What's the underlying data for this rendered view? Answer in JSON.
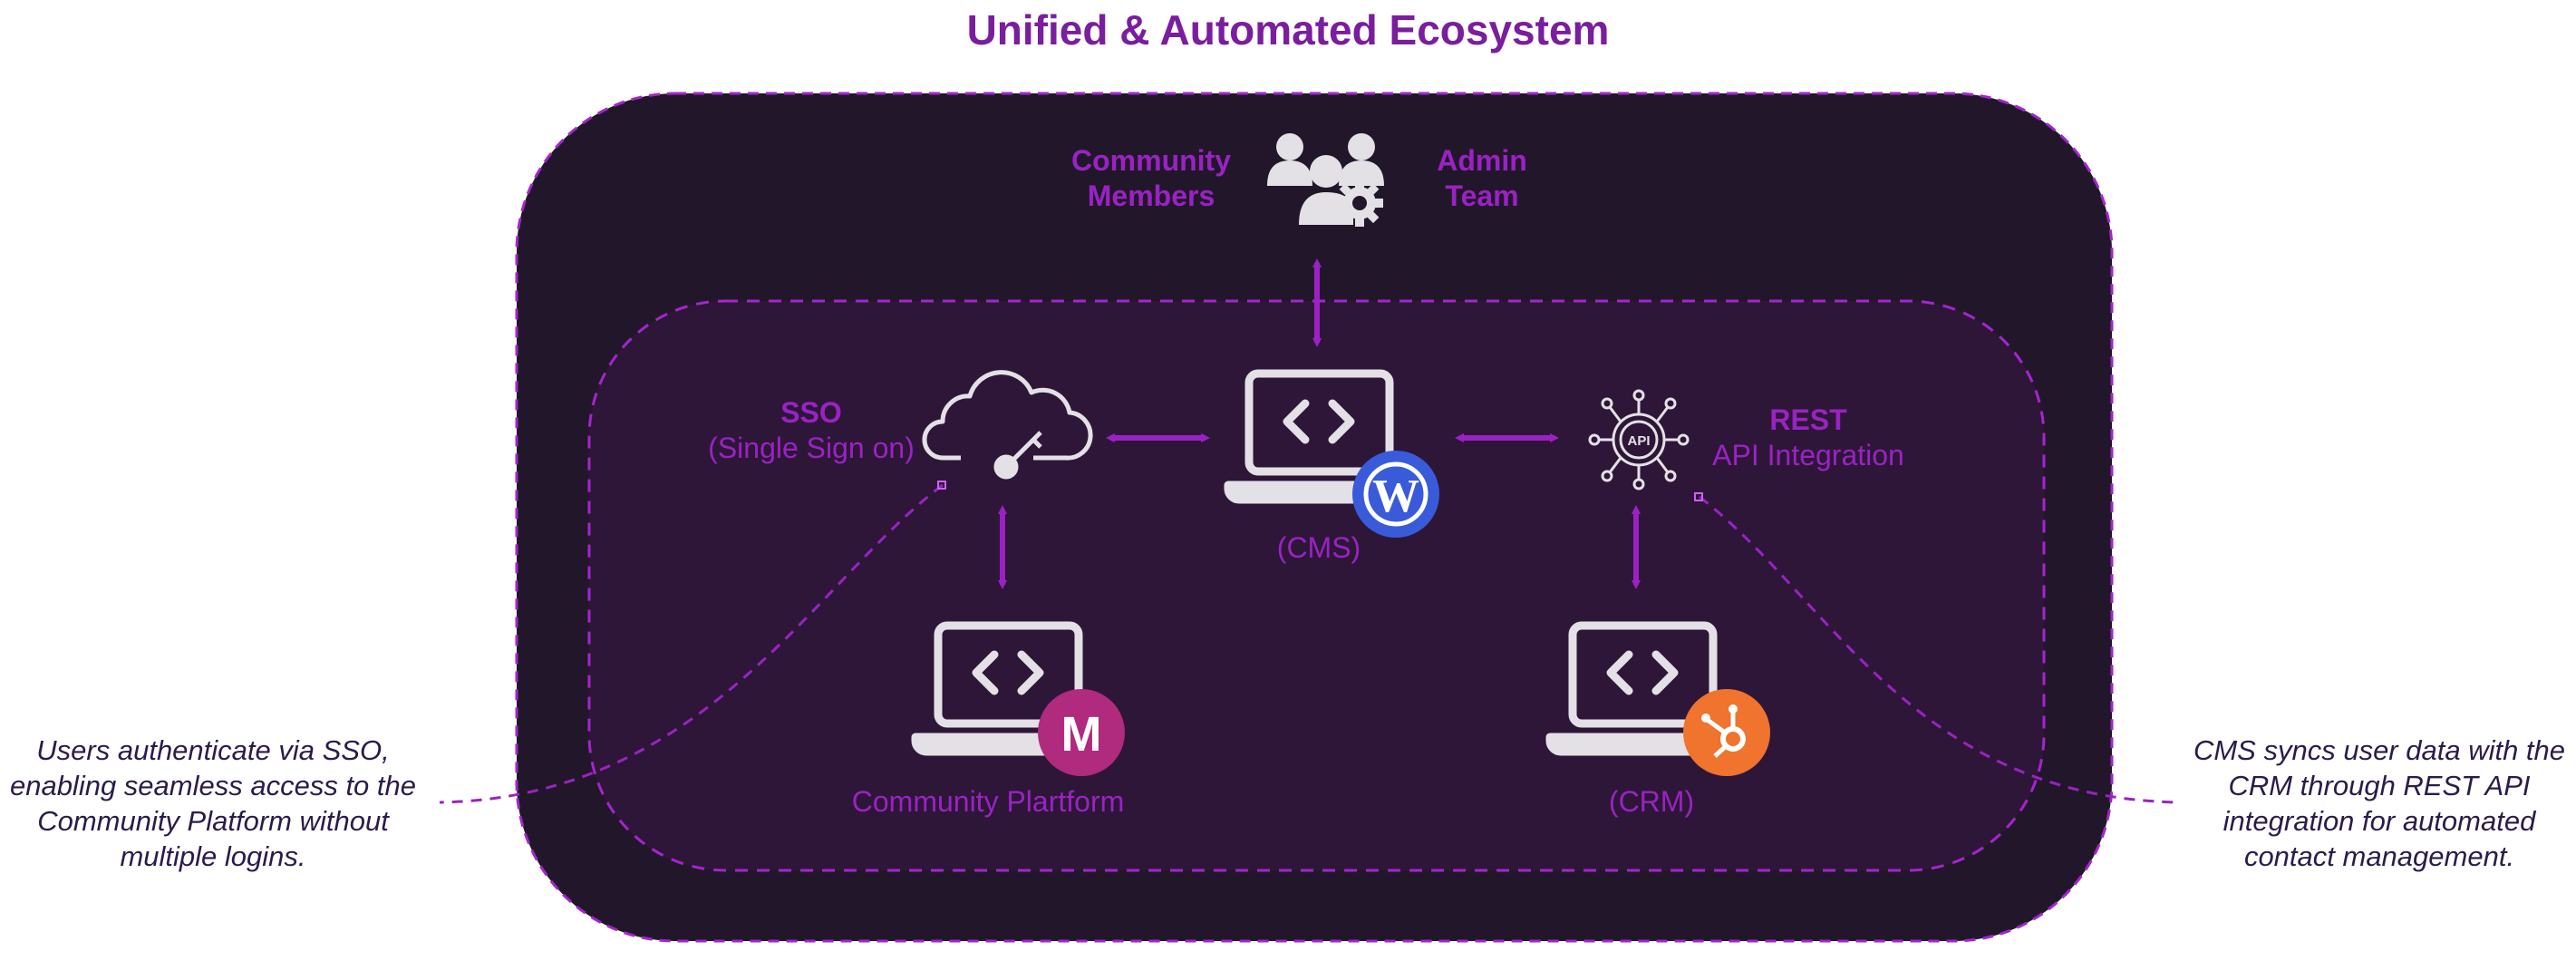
{
  "title": "Unified & Automated Ecosystem",
  "users": {
    "left": "Community\nMembers",
    "left_l1": "Community",
    "left_l2": "Members",
    "right_l1": "Admin",
    "right_l2": "Team"
  },
  "sso": {
    "title": "SSO",
    "subtitle": "(Single Sign on)"
  },
  "rest": {
    "title": "REST",
    "subtitle": "API Integration"
  },
  "cms": {
    "label": "(CMS)"
  },
  "community": {
    "label": "Community Plartform"
  },
  "crm": {
    "label": "(CRM)"
  },
  "notes": {
    "left": [
      "Users authenticate via SSO,",
      "enabling seamless access to the",
      "Community Platform without",
      "multiple logins."
    ],
    "right": [
      "CMS syncs user data with the",
      "CRM through REST API",
      "integration for automated",
      "contact management."
    ]
  },
  "icons": {
    "users": "users-gear-icon",
    "sso": "cloud-key-icon",
    "cms": "laptop-code-icon",
    "wordpress": "wordpress-logo-icon",
    "api": "api-gear-icon",
    "community": "laptop-code-icon",
    "community_badge": "m-logo-icon",
    "crm": "laptop-code-icon",
    "hubspot": "hubspot-logo-icon"
  },
  "colors": {
    "accent": "#9a22c4",
    "title": "#7a1d9e",
    "outer_bg": "#22172a",
    "inner_bg": "#2e1638",
    "icon_fill": "#e4e1e6",
    "wordpress": "#3a5bd9",
    "m_badge": "#b02a7e",
    "hubspot": "#f0732e"
  }
}
